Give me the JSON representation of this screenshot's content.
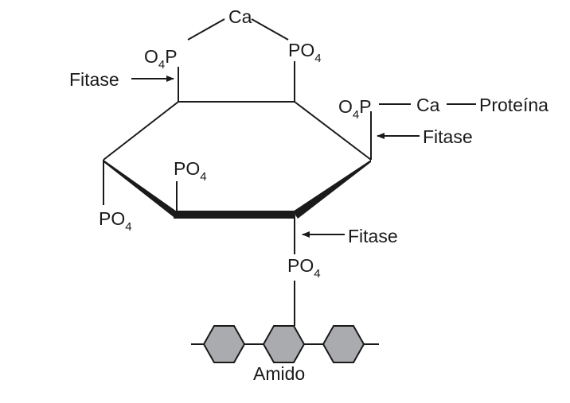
{
  "labels": {
    "ca_top": "Ca",
    "o4p_top_left": {
      "pre": "O",
      "sub": "4",
      "post": "P"
    },
    "po4_top_right": {
      "base": "PO",
      "sub": "4"
    },
    "fitase_top_left": "Fitase",
    "o4p_right": {
      "pre": "O",
      "sub": "4",
      "post": "P"
    },
    "ca_right": "Ca",
    "proteina": "Proteína",
    "fitase_right": "Fitase",
    "po4_inner": {
      "base": "PO",
      "sub": "4"
    },
    "po4_left": {
      "base": "PO",
      "sub": "4"
    },
    "fitase_bottom": "Fitase",
    "po4_bottom": {
      "base": "PO",
      "sub": "4"
    },
    "amido": "Amido"
  },
  "colors": {
    "line": "#1a1a1a",
    "hexagon_fill": "#a9abae",
    "background": "#ffffff"
  }
}
